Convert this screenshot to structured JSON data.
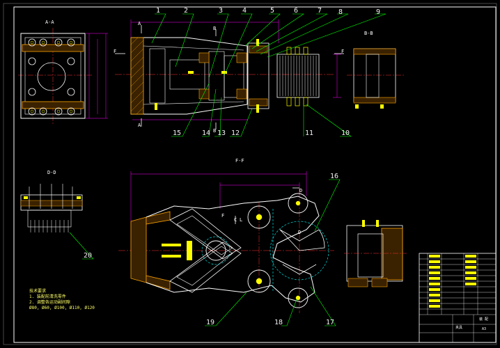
{
  "section_labels": {
    "aa": "A-A",
    "bb": "B-B",
    "ff": "F-F",
    "dd": "D-D",
    "cut_a_top": "A",
    "cut_a_bottom": "A",
    "cut_b_top": "B",
    "cut_b_bottom": "B",
    "cut_f_left1": "F",
    "cut_f_left2": "F",
    "cut_f_right": "F",
    "cut_c": "C",
    "cut_l": "L",
    "cut_d_top": "D",
    "cut_d_mid": "D"
  },
  "part_numbers": [
    "1",
    "2",
    "3",
    "4",
    "5",
    "6",
    "7",
    "8",
    "9",
    "10",
    "11",
    "12",
    "13",
    "14",
    "15",
    "16",
    "17",
    "18",
    "19",
    "20"
  ],
  "notes": {
    "title": "技术要求",
    "line1": "1. 装配前清洗零件",
    "line2": "2. 调整各运动副间隙",
    "line3": "Ø80, Ø60, Ø100, Ø110, Ø120"
  },
  "title_block": {
    "name": "夹具",
    "drawing_no": "装 配",
    "scale": "A3"
  },
  "colors": {
    "background": "#000000",
    "outline": "#ffffff",
    "leader": "#00ff00",
    "dimension": "#ff00ff",
    "centerline": "#ff3333",
    "hatch": "#ffa500",
    "hidden": "#00ffff",
    "bolt": "#ffff00",
    "frame": "#ffffff"
  }
}
